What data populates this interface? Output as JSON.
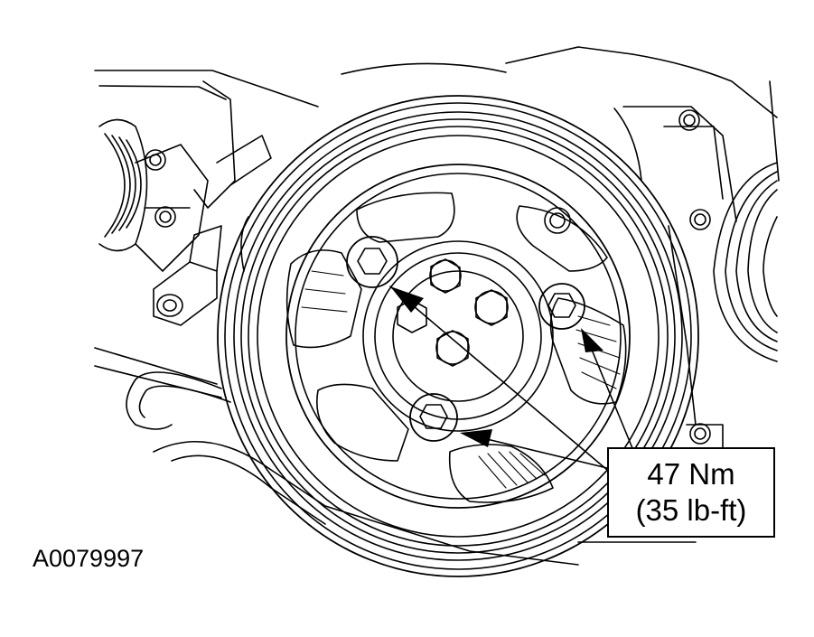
{
  "callout": {
    "torque_nm": "47 Nm",
    "torque_lbft": "(35 lb-ft)"
  },
  "figure": {
    "id": "A0079997"
  },
  "colors": {
    "line": "#000000",
    "background": "#ffffff"
  }
}
